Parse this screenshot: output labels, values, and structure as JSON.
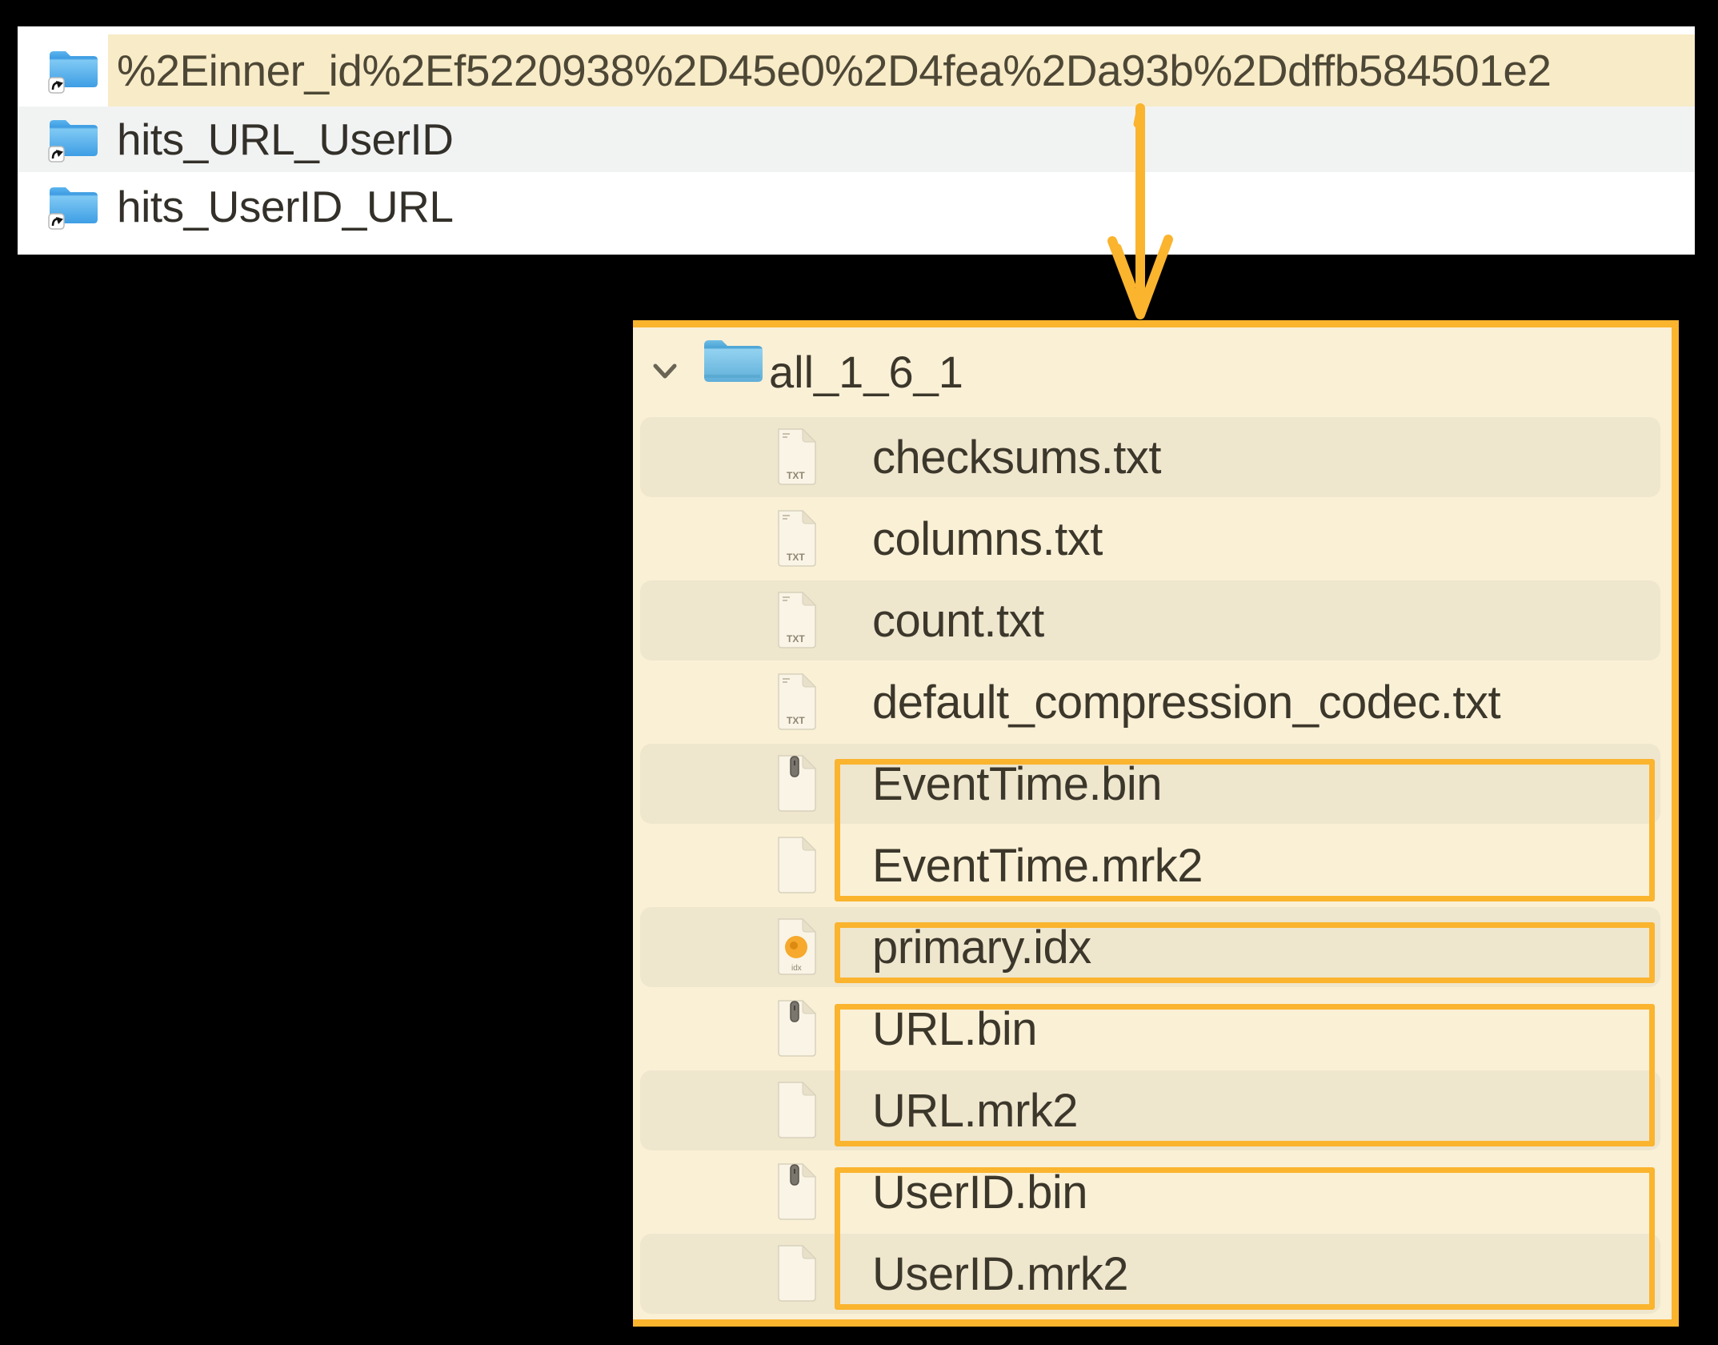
{
  "colors": {
    "background": "#000000",
    "accent_orange": "#FAB42E",
    "top_panel_bg": "#FFFFFF",
    "selected_row_bg": "#F8EBC7",
    "hover_row_bg": "#F1F3F3",
    "detail_panel_bg": "#FAF0D6",
    "alt_row_bg": "#EFE6CE",
    "text_color": "#33302A",
    "folder_blue": "#4AA9E9"
  },
  "top_panel": {
    "rows": [
      {
        "name": "%2Einner_id%2Ef5220938%2D45e0%2D4fea%2Da93b%2Ddffb584501e2",
        "icon": "folder-alias",
        "state": "selected-cream"
      },
      {
        "name": "hits_URL_UserID",
        "icon": "folder-alias",
        "state": "gray"
      },
      {
        "name": "hits_UserID_URL",
        "icon": "folder-alias",
        "state": "plain"
      }
    ]
  },
  "annotation_arrow": {
    "direction": "down",
    "color": "#FAB42E"
  },
  "detail_panel": {
    "folder": {
      "name": "all_1_6_1",
      "expanded": true,
      "icon": "folder"
    },
    "files": [
      {
        "name": "checksums.txt",
        "type": "txt"
      },
      {
        "name": "columns.txt",
        "type": "txt"
      },
      {
        "name": "count.txt",
        "type": "txt"
      },
      {
        "name": "default_compression_codec.txt",
        "type": "txt"
      },
      {
        "name": "EventTime.bin",
        "type": "bin"
      },
      {
        "name": "EventTime.mrk2",
        "type": "mrk"
      },
      {
        "name": "primary.idx",
        "type": "idx"
      },
      {
        "name": "URL.bin",
        "type": "bin"
      },
      {
        "name": "URL.mrk2",
        "type": "mrk"
      },
      {
        "name": "UserID.bin",
        "type": "bin"
      },
      {
        "name": "UserID.mrk2",
        "type": "mrk"
      }
    ],
    "highlight_groups": [
      {
        "files": [
          "EventTime.bin",
          "EventTime.mrk2"
        ]
      },
      {
        "files": [
          "primary.idx"
        ]
      },
      {
        "files": [
          "URL.bin",
          "URL.mrk2"
        ]
      },
      {
        "files": [
          "UserID.bin",
          "UserID.mrk2"
        ]
      }
    ],
    "icon_badges": {
      "txt_label": "TXT",
      "idx_label": "idx"
    }
  }
}
